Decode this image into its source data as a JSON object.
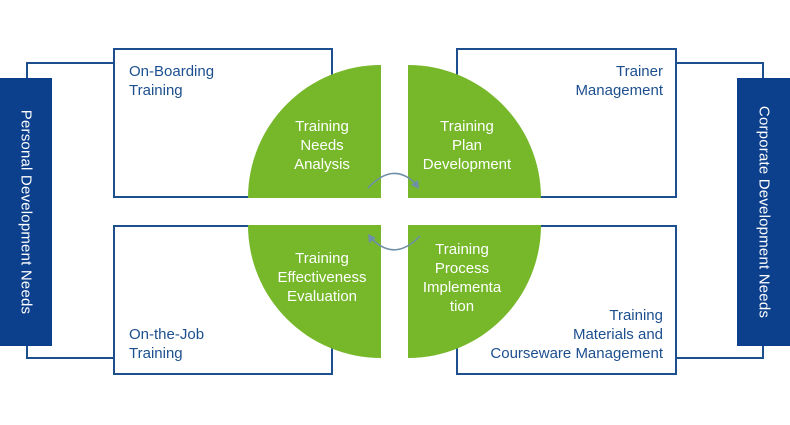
{
  "side_bars": {
    "left": "Personal Development Needs",
    "right": "Corporate Development Needs"
  },
  "boxes": {
    "top_left": "On-Boarding\nTraining",
    "top_right": "Trainer\nManagement",
    "bottom_left": "On-the-Job\nTraining",
    "bottom_right": "Training\nMaterials and\nCourseware Management"
  },
  "quadrants": {
    "top_left": "Training\nNeeds\nAnalysis",
    "top_right": "Training\nPlan\nDevelopment",
    "bottom_left": "Training\nEffectiveness\nEvaluation",
    "bottom_right": "Training\nProcess\nImplementa\ntion"
  },
  "colors": {
    "border": "#1d4f8f",
    "side_bar": "#0c3f8c",
    "quadrant": "#76b82a",
    "arrow": "#6f8fa8"
  }
}
